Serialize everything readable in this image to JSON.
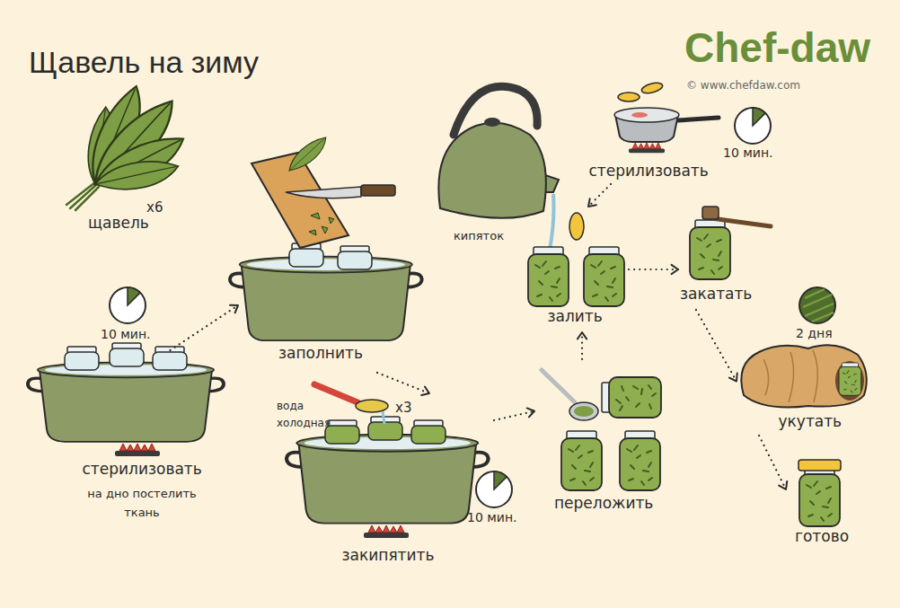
{
  "diagram": {
    "title": "Щавель на зиму",
    "nodes": [
      {
        "text": [
          "x6",
          "щавель"
        ]
      },
      {
        "text": [
          "стерилизовать",
          "на дно постелить ткань"
        ]
      },
      {
        "text": [
          "заполнить"
        ]
      },
      {
        "text": [
          "вода холодная",
          "x3",
          "закипятить"
        ]
      },
      {
        "text": [
          "переложить"
        ]
      },
      {
        "text": [
          "кипяток"
        ]
      },
      {
        "text": [
          "залить"
        ]
      },
      {
        "text": [
          "стерилизовать"
        ]
      },
      {
        "text": [
          "закатать"
        ]
      },
      {
        "text": [
          "укутать"
        ]
      },
      {
        "text": [
          "готово"
        ]
      }
    ],
    "edges": [
      {
        "from": 1,
        "to": 2,
        "arrow": "to"
      },
      {
        "from": 2,
        "to": 3,
        "arrow": "to"
      },
      {
        "from": 3,
        "to": 4,
        "arrow": "to"
      },
      {
        "from": 4,
        "to": 6,
        "arrow": "to"
      },
      {
        "from": 7,
        "to": 6,
        "arrow": "to"
      },
      {
        "from": 6,
        "to": 8,
        "arrow": "to"
      },
      {
        "from": 8,
        "to": 9,
        "arrow": "to"
      },
      {
        "from": 9,
        "to": 10,
        "arrow": "to"
      }
    ],
    "labels": [
      "Chef-daw",
      "© www.chefdaw.com",
      "10 мин.",
      "10 мин.",
      "10 мин.",
      "2 дня"
    ]
  }
}
